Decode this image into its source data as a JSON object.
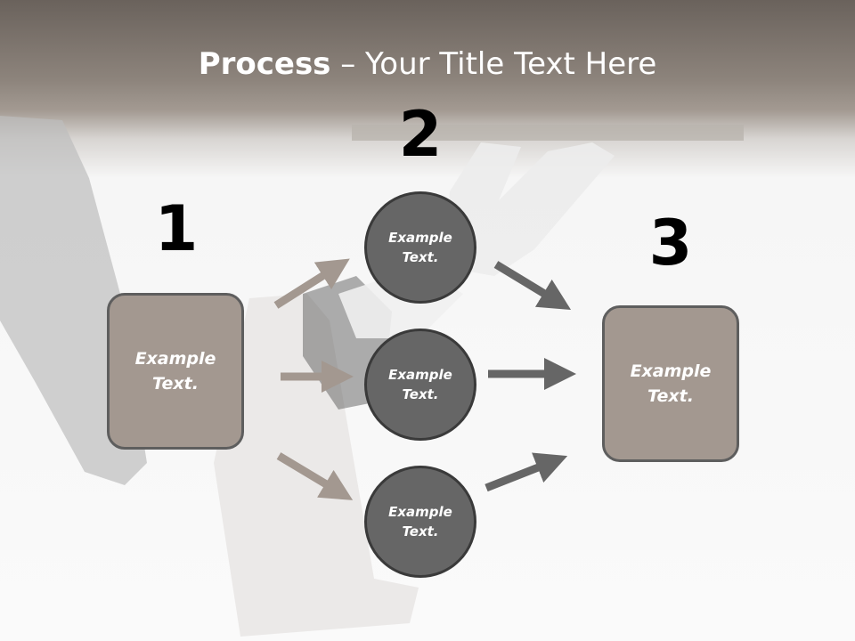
{
  "title": {
    "bold": "Process",
    "rest": " – Your Title Text Here"
  },
  "numbers": [
    "1",
    "2",
    "3"
  ],
  "left_box": {
    "text": "Example\nText."
  },
  "right_box": {
    "text": "Example\nText."
  },
  "circles": [
    {
      "text": "Example\nText."
    },
    {
      "text": "Example\nText."
    },
    {
      "text": "Example\nText."
    }
  ],
  "colors": {
    "box_fill": "#a39890",
    "circle_fill": "#666666",
    "arrow_left": "#a39890",
    "arrow_right": "#666666"
  }
}
